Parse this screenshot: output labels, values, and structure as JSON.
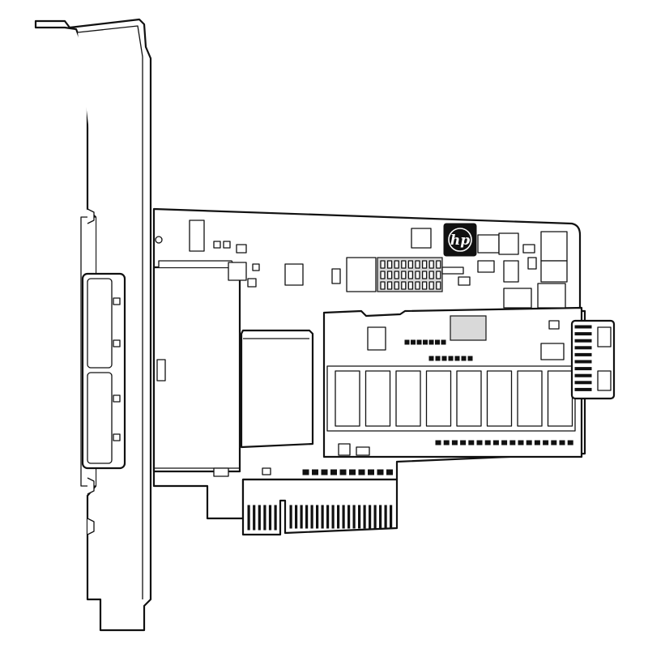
{
  "figure": {
    "subject": "pcie-raid-controller-card-line-drawing",
    "logo": {
      "text": "hp",
      "icon": "hp-logo-icon"
    },
    "colors": {
      "line": "#111111",
      "background": "#ffffff",
      "logo_fill": "#111111"
    },
    "components": {
      "external_ports": 2,
      "memory_chips": 8,
      "battery_connector": 1,
      "pcie_edge_connector": "x8"
    }
  }
}
